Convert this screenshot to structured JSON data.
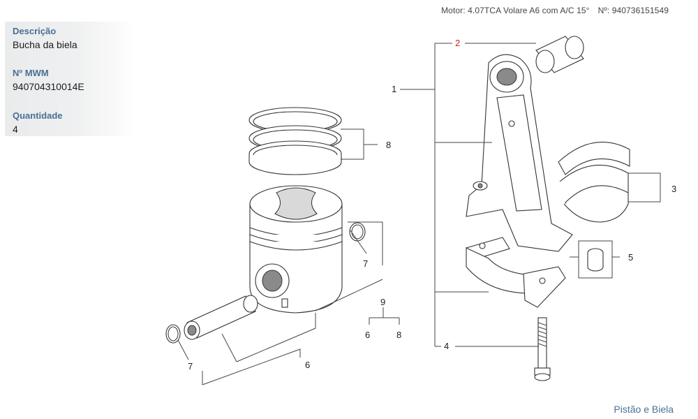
{
  "header": {
    "motor": "Motor: 4.07TCA Volare A6 com A/C 15°",
    "numero": "Nº: 940736151549"
  },
  "details": {
    "descricao_label": "Descrição",
    "descricao_value": "Bucha da biela",
    "mwm_label": "Nº MWM",
    "mwm_value": "940704310014E",
    "quantidade_label": "Quantidade",
    "quantidade_value": "4"
  },
  "callouts": {
    "c1": "1",
    "c2": "2",
    "c3": "3",
    "c4": "4",
    "c5": "5",
    "c6": "6",
    "c7_right": "7",
    "c7_left": "7",
    "c8": "8",
    "c9": "9",
    "c9_left": "6",
    "c9_right": "8"
  },
  "selected_callout": "2",
  "colors": {
    "selected": "#d22020",
    "label": "#4b6f94"
  },
  "footer": {
    "link": "Pistão e Biela"
  }
}
